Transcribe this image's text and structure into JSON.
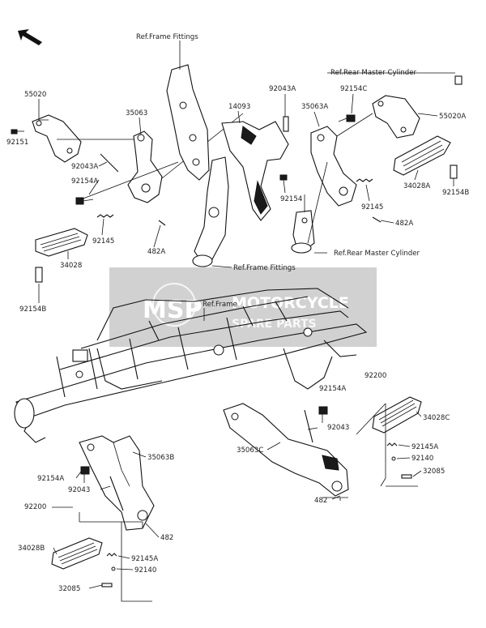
{
  "watermark": {
    "logo": "MSP",
    "title": "MOTORCYCLE",
    "subtitle": "SPARE PARTS"
  },
  "refs": {
    "frame_fittings_top": "Ref.Frame Fittings",
    "rear_master_cyl_top": "Ref.Rear Master Cylinder",
    "rear_master_cyl_mid": "Ref.Rear Master Cylinder",
    "frame_fittings_mid": "Ref.Frame Fittings",
    "frame": "Ref.Frame"
  },
  "parts": {
    "p55020": "55020",
    "p92151": "92151",
    "p35063": "35063",
    "p92043A_l": "92043A",
    "p92154A_l": "92154A",
    "p92145_l": "92145",
    "p482A_l": "482A",
    "p34028": "34028",
    "p92154B_l": "92154B",
    "p14093": "14093",
    "p92043A_c": "92043A",
    "p35063A": "35063A",
    "p92154C": "92154C",
    "p92154_c": "92154",
    "p92145_r": "92145",
    "p482A_r": "482A",
    "p55020A": "55020A",
    "p34028A": "34028A",
    "p92154B_r": "92154B",
    "p92154A_br": "92154A",
    "p92200_br": "92200",
    "p34028C": "34028C",
    "p92043_br": "92043",
    "p35063C": "35063C",
    "p92145A_br": "92145A",
    "p92140_br": "92140",
    "p32085_br": "32085",
    "p482_br": "482",
    "p35063B": "35063B",
    "p92154A_bl": "92154A",
    "p92043_bl": "92043",
    "p92200_bl": "92200",
    "p482_bl": "482",
    "p34028B": "34028B",
    "p92145A_bl": "92145A",
    "p92140_bl": "92140",
    "p32085_bl": "32085"
  },
  "icons": {
    "direction": "arrow-up-left-icon"
  }
}
